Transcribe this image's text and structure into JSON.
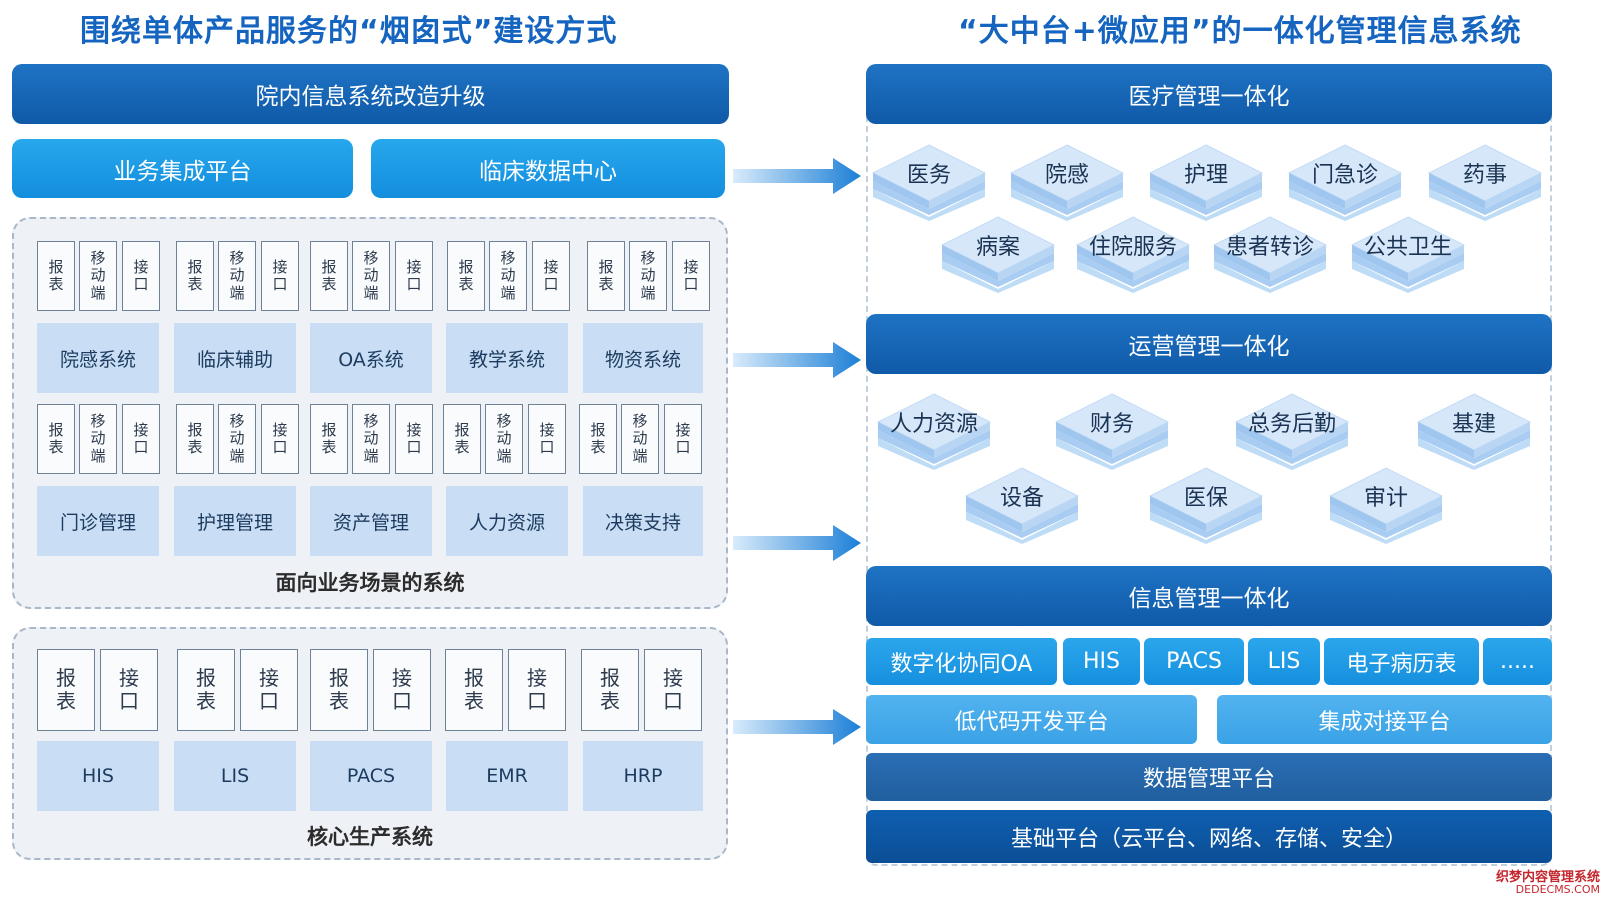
{
  "left": {
    "title": "围绕单体产品服务的“烟囱式”建设方式",
    "top_bar": "院内信息系统改造升级",
    "platform_a": "业务集成平台",
    "platform_b": "临床数据中心",
    "scene": {
      "label": "面向业务场景的系统",
      "row1_systems": [
        "院感系统",
        "临床辅助",
        "OA系统",
        "教学系统",
        "物资系统"
      ],
      "row2_systems": [
        "门诊管理",
        "护理管理",
        "资产管理",
        "人力资源",
        "决策支持"
      ],
      "mini_labels": [
        "报表",
        "移动端",
        "接口"
      ]
    },
    "core": {
      "label": "核心生产系统",
      "systems": [
        "HIS",
        "LIS",
        "PACS",
        "EMR",
        "HRP"
      ],
      "mini_labels": [
        "报表",
        "接口"
      ]
    }
  },
  "right": {
    "title": "“大中台+微应用”的一体化管理信息系统",
    "medical": {
      "header": "医疗管理一体化",
      "row1": [
        "医务",
        "院感",
        "护理",
        "门急诊",
        "药事"
      ],
      "row2": [
        "病案",
        "住院服务",
        "患者转诊",
        "公共卫生"
      ]
    },
    "operation": {
      "header": "运营管理一体化",
      "row1": [
        "人力资源",
        "财务",
        "总务后勤",
        "基建"
      ],
      "row2": [
        "设备",
        "医保",
        "审计"
      ]
    },
    "information": {
      "header": "信息管理一体化",
      "apps": [
        "数字化协同OA",
        "HIS",
        "PACS",
        "LIS",
        "电子病历表",
        "....."
      ],
      "lowcode": "低代码开发平台",
      "integration": "集成对接平台",
      "data": "数据管理平台",
      "base": "基础平台（云平台、网络、存储、安全）"
    }
  },
  "watermark": {
    "line1": "织梦内容管理系统",
    "line2": "DEDECMS.COM"
  },
  "colors": {
    "title_blue": "#1565c0",
    "header_blue": "#1565b8",
    "cyan": "#1c9be6",
    "light_block": "#c9def5",
    "plate_top": "#d6e7fa",
    "plate_side": "#a9cdf2"
  }
}
